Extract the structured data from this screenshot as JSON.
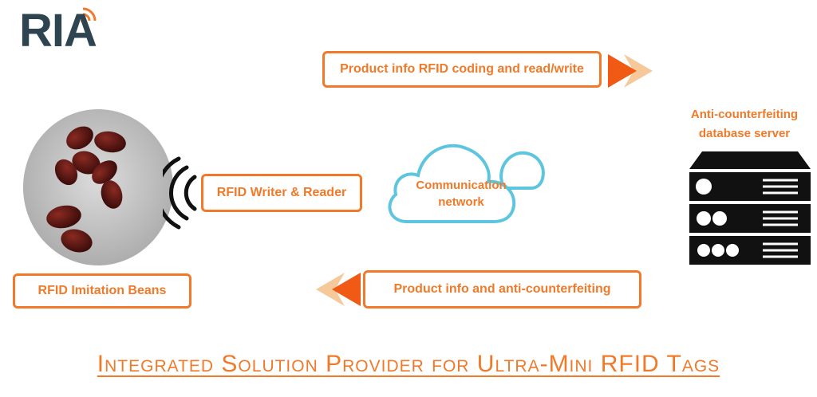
{
  "logo": {
    "text": "RIA",
    "icon": "wifi-signal-icon"
  },
  "boxes": {
    "top_flow": "Product info RFID coding and read/write",
    "reader": "RFID Writer & Reader",
    "beans": "RFID Imitation Beans",
    "bottom_flow": "Product info and anti-counterfeiting"
  },
  "server": {
    "label_line1": "Anti-counterfeiting",
    "label_line2": "database server",
    "icon": "server-rack-icon"
  },
  "cloud": {
    "label_line1": "Communication",
    "label_line2": "network",
    "icon": "cloud-icon"
  },
  "footer": {
    "title": "Integrated Solution Provider for Ultra-Mini RFID Tags"
  },
  "colors": {
    "accent": "#f07a2a",
    "logo_text": "#2e4450",
    "arrow_light": "#f5c99a",
    "cloud_edge": "#5ec5de"
  }
}
